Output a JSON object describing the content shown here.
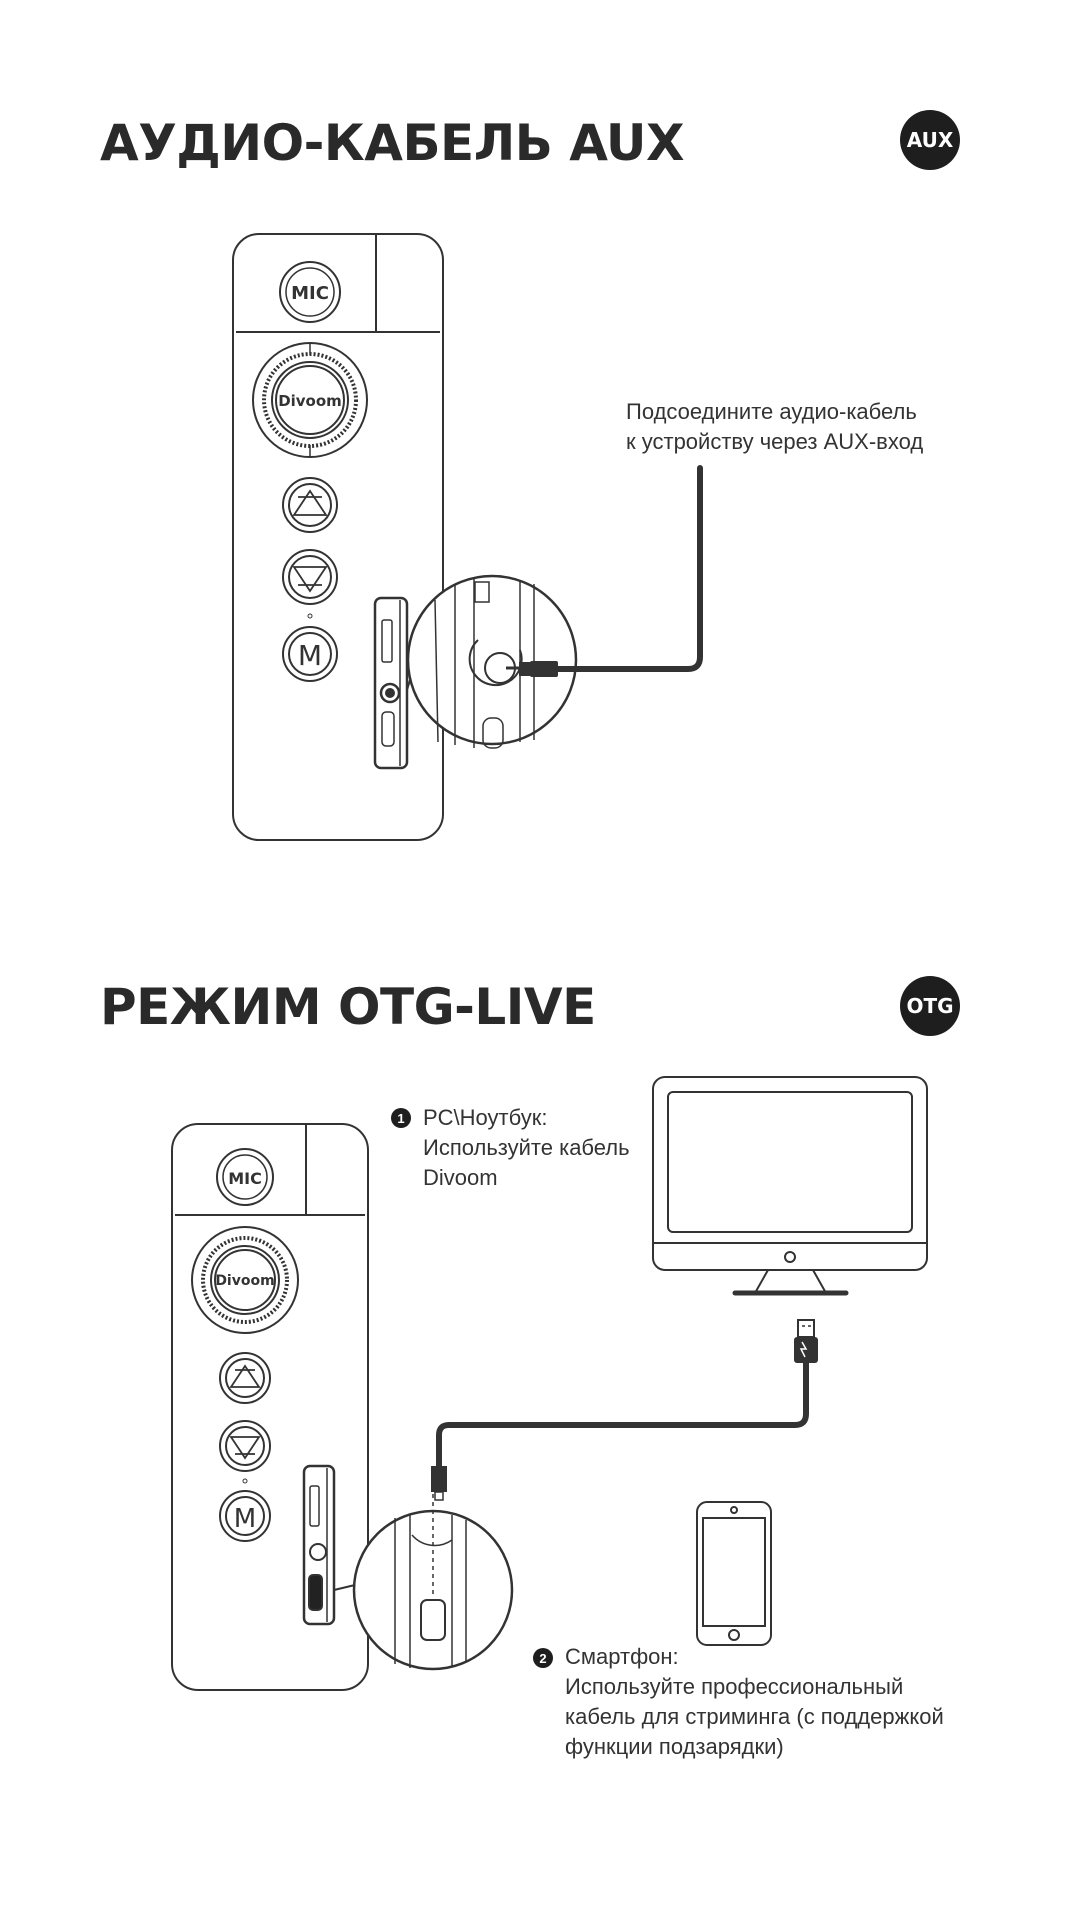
{
  "sections": {
    "aux": {
      "title": "АУДИО-КАБЕЛЬ AUX",
      "badge": "AUX",
      "caption": "Подсоедините аудио-кабель\nк устройству через AUX-вход"
    },
    "otg": {
      "title": "РЕЖИМ OTG-LIVE",
      "badge": "OTG",
      "step1": {
        "number": "1",
        "caption": "PC\\Ноутбук:\nИспользуйте кабель\nDivoom"
      },
      "step2": {
        "number": "2",
        "caption": "Смартфон:\nИспользуйте профессиональный\nкабель для стриминга (с поддержкой\nфункции подзарядки)"
      }
    }
  },
  "device": {
    "mic_label": "MIC",
    "brand_label": "Divoom",
    "mode_label": "M"
  },
  "icons": [
    "microphone-device-icon",
    "monitor-icon",
    "usb-plug-icon",
    "smartphone-icon",
    "audio-jack-icon"
  ]
}
